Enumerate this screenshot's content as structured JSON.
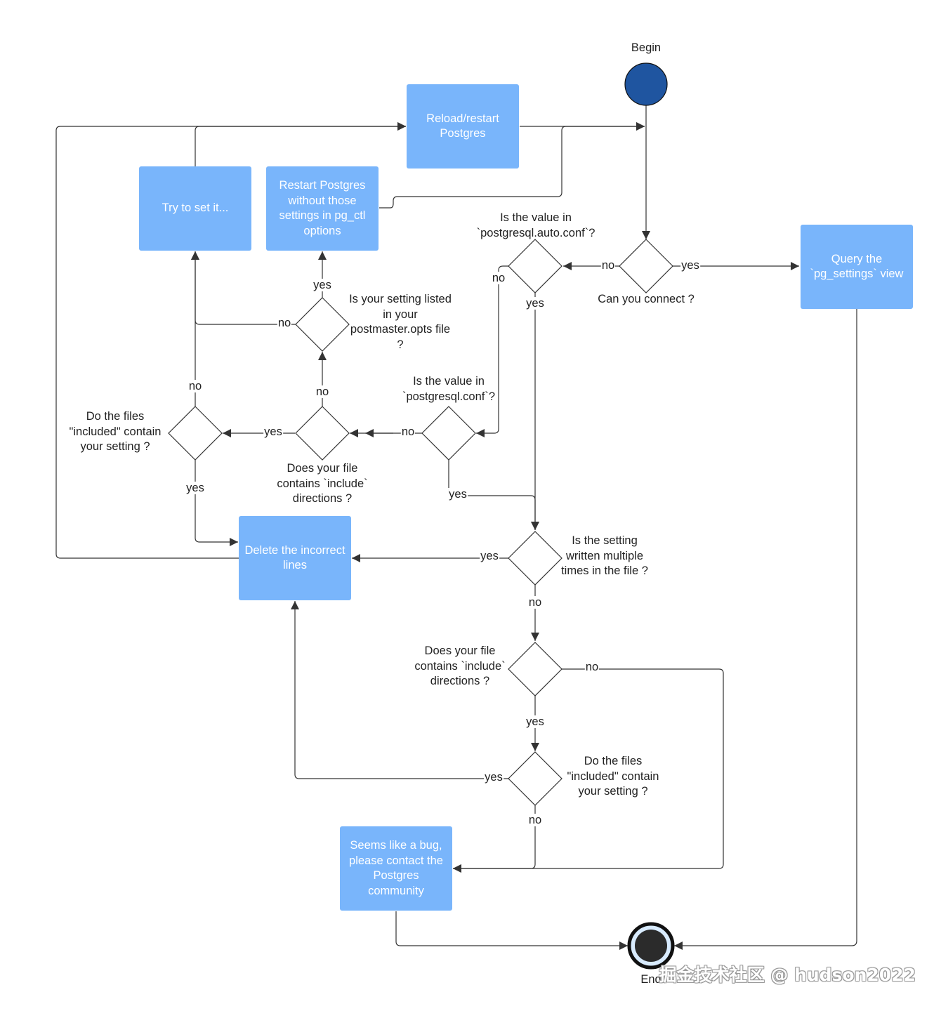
{
  "colors": {
    "box": "#79b5fb",
    "start": "#1f55a0",
    "line": "#333333"
  },
  "nodes": {
    "begin": "Begin",
    "end": "End",
    "reload": [
      "Reload/restart",
      "Postgres"
    ],
    "try_set": [
      "Try to set it..."
    ],
    "restart_no_settings": [
      "Restart Postgres",
      "without those",
      "settings in pg_ctl",
      "options"
    ],
    "query_view": [
      "Query the",
      "`pg_settings` view"
    ],
    "delete_lines": [
      "Delete the incorrect",
      "lines"
    ],
    "bug": [
      "Seems like a bug,",
      "please contact the",
      "Postgres",
      "community"
    ]
  },
  "decisions": {
    "can_connect": [
      "Can you connect ?"
    ],
    "auto_conf": [
      "Is the value in",
      "`postgresql.auto.conf`?"
    ],
    "postmaster_opts": [
      "Is your setting listed",
      "in your",
      "postmaster.opts file",
      "?"
    ],
    "postgresql_conf": [
      "Is the value in",
      "`postgresql.conf`?"
    ],
    "include_left": [
      "Does your file",
      "contains `include`",
      "directions ?"
    ],
    "files_included_left": [
      "Do the files",
      "\"included\" contain",
      "your setting ?"
    ],
    "multiple_times": [
      "Is the setting",
      "written multiple",
      "times in the file ?"
    ],
    "include_right": [
      "Does your file",
      "contains `include`",
      "directions ?"
    ],
    "files_included_right": [
      "Do the files",
      "\"included\" contain",
      "your setting ?"
    ]
  },
  "edge_labels": {
    "yes": "yes",
    "no": "no"
  },
  "watermark": "掘金技术社区 @ hudson2022"
}
